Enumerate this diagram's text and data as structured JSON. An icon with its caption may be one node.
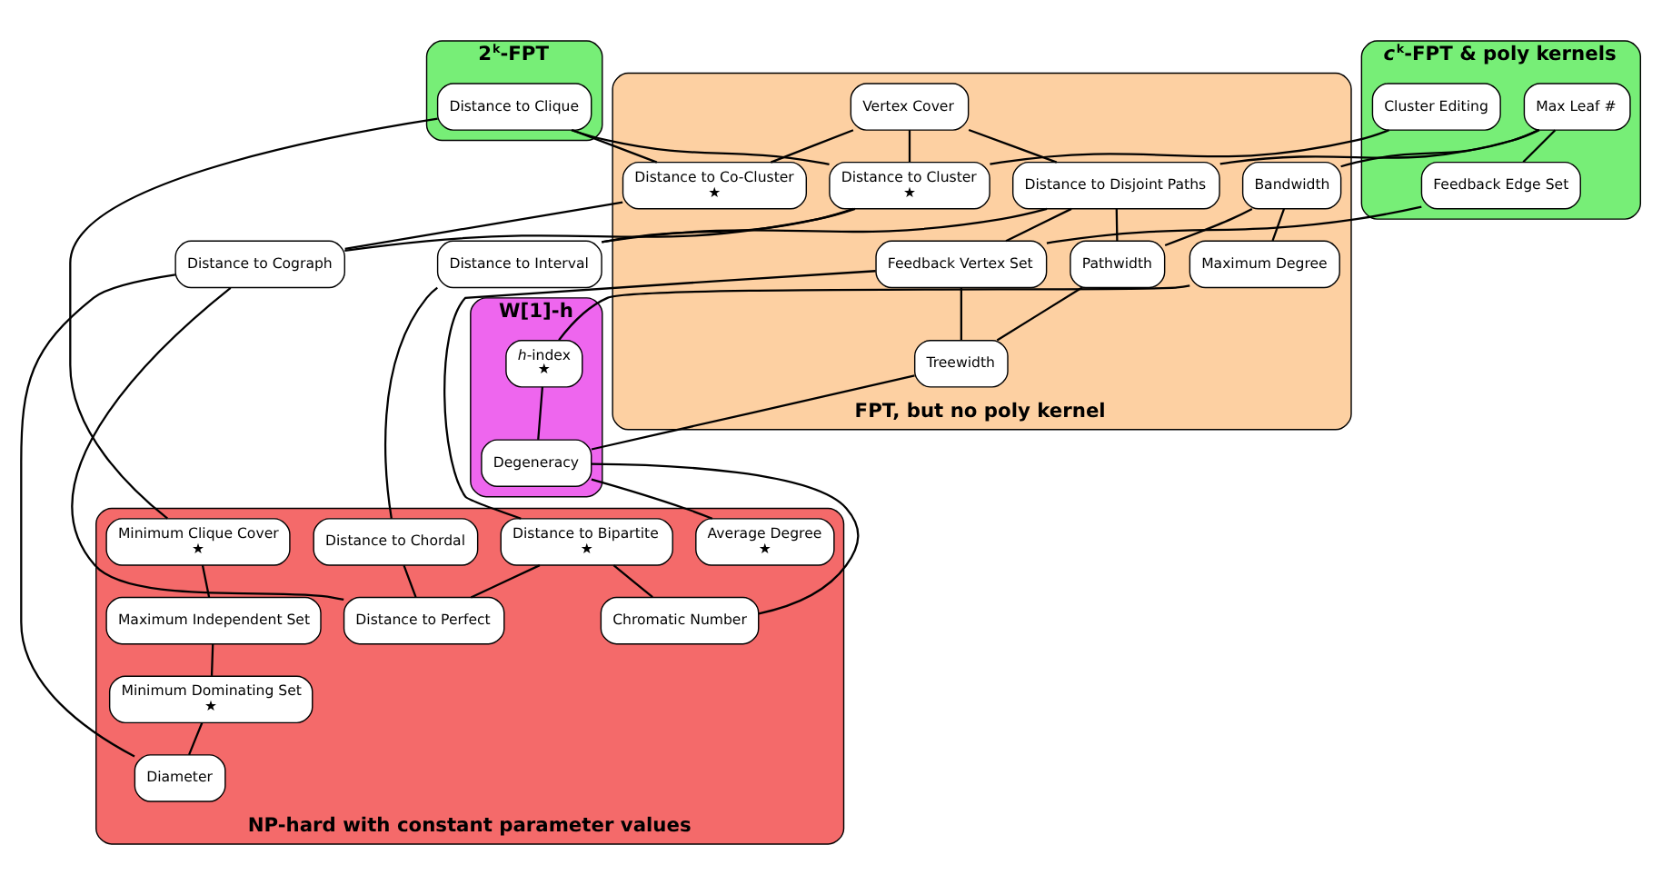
{
  "diagram": {
    "nodes": [
      {
        "text": [
          "2$^{k}$-FPT"
        ]
      },
      {
        "text": [
          "Distance to Clique"
        ],
        "in": 0
      },
      {
        "text": [
          "*c*$^{k}$-FPT & poly kernels"
        ]
      },
      {
        "text": [
          "Cluster Editing"
        ],
        "in": 2
      },
      {
        "text": [
          "Max Leaf #"
        ],
        "in": 2
      },
      {
        "text": [
          "Feedback Edge Set"
        ],
        "in": 2
      },
      {
        "text": [
          "FPT, but no poly kernel"
        ]
      },
      {
        "text": [
          "Vertex Cover"
        ],
        "in": 6
      },
      {
        "text": [
          "Distance to Co-Cluster",
          "★"
        ],
        "in": 6
      },
      {
        "text": [
          "Distance to Cluster",
          "★"
        ],
        "in": 6
      },
      {
        "text": [
          "Distance to Disjoint Paths"
        ],
        "in": 6
      },
      {
        "text": [
          "Bandwidth"
        ],
        "in": 6
      },
      {
        "text": [
          "Feedback Vertex Set"
        ],
        "in": 6
      },
      {
        "text": [
          "Pathwidth"
        ],
        "in": 6
      },
      {
        "text": [
          "Maximum Degree"
        ],
        "in": 6
      },
      {
        "text": [
          "Treewidth"
        ],
        "in": 6
      },
      {
        "text": [
          "W[1]-h"
        ]
      },
      {
        "text": [
          "*h*-index",
          "★"
        ],
        "in": 16
      },
      {
        "text": [
          "Degeneracy"
        ],
        "in": 16
      },
      {
        "text": [
          "NP-hard with constant parameter values"
        ]
      },
      {
        "text": [
          "Minimum Clique Cover",
          "★"
        ],
        "in": 19
      },
      {
        "text": [
          "Maximum Independent Set"
        ],
        "in": 19
      },
      {
        "text": [
          "Minimum Dominating Set",
          "★"
        ],
        "in": 19
      },
      {
        "text": [
          "Diameter"
        ],
        "in": 19
      },
      {
        "text": [
          "Distance to Perfect"
        ],
        "in": 19
      },
      {
        "text": [
          "Distance to Chordal"
        ],
        "in": 19
      },
      {
        "text": [
          "Distance to Bipartite",
          "★"
        ],
        "in": 19
      },
      {
        "text": [
          "Chromatic Number"
        ],
        "in": 19
      },
      {
        "text": [
          "Average Degree",
          "★"
        ],
        "in": 19
      },
      {
        "text": [
          "Distance to Cograph"
        ]
      },
      {
        "text": [
          "Distance to Interval"
        ]
      }
    ],
    "edges": [
      {
        "from": 1,
        "to": 20,
        "arrow": "none"
      },
      {
        "from": 1,
        "to": 8,
        "arrow": "none"
      },
      {
        "from": 1,
        "to": 9,
        "arrow": "none"
      },
      {
        "from": 7,
        "to": 8,
        "arrow": "none"
      },
      {
        "from": 7,
        "to": 9,
        "arrow": "none"
      },
      {
        "from": 7,
        "to": 10,
        "arrow": "none"
      },
      {
        "from": 3,
        "to": 9,
        "arrow": "none"
      },
      {
        "from": 4,
        "to": 10,
        "arrow": "none"
      },
      {
        "from": 4,
        "to": 5,
        "arrow": "none"
      },
      {
        "from": 4,
        "to": 11,
        "arrow": "none"
      },
      {
        "from": 20,
        "to": 21,
        "arrow": "none"
      },
      {
        "from": 21,
        "to": 22,
        "arrow": "none"
      },
      {
        "from": 22,
        "to": 23,
        "arrow": "none"
      },
      {
        "from": 8,
        "to": 29,
        "arrow": "none"
      },
      {
        "from": 9,
        "to": 29,
        "arrow": "none"
      },
      {
        "from": 9,
        "to": 30,
        "arrow": "none"
      },
      {
        "from": 10,
        "to": 30,
        "arrow": "none"
      },
      {
        "from": 10,
        "to": 12,
        "arrow": "none"
      },
      {
        "from": 10,
        "to": 13,
        "arrow": "none"
      },
      {
        "from": 5,
        "to": 12,
        "arrow": "none"
      },
      {
        "from": 11,
        "to": 13,
        "arrow": "none"
      },
      {
        "from": 11,
        "to": 14,
        "arrow": "none"
      },
      {
        "from": 13,
        "to": 15,
        "arrow": "none"
      },
      {
        "from": 12,
        "to": 15,
        "arrow": "none"
      },
      {
        "from": 12,
        "to": 26,
        "arrow": "none"
      },
      {
        "from": 29,
        "to": 23,
        "arrow": "none"
      },
      {
        "from": 29,
        "to": 24,
        "arrow": "none"
      },
      {
        "from": 30,
        "to": 25,
        "arrow": "none"
      },
      {
        "from": 25,
        "to": 24,
        "arrow": "none"
      },
      {
        "from": 26,
        "to": 24,
        "arrow": "none"
      },
      {
        "from": 26,
        "to": 27,
        "arrow": "none"
      },
      {
        "from": 14,
        "to": 17,
        "arrow": "none"
      },
      {
        "from": 15,
        "to": 18,
        "arrow": "none"
      },
      {
        "from": 17,
        "to": 18,
        "arrow": "none"
      },
      {
        "from": 18,
        "to": 27,
        "arrow": "none"
      },
      {
        "from": 18,
        "to": 28,
        "arrow": "none"
      }
    ]
  }
}
